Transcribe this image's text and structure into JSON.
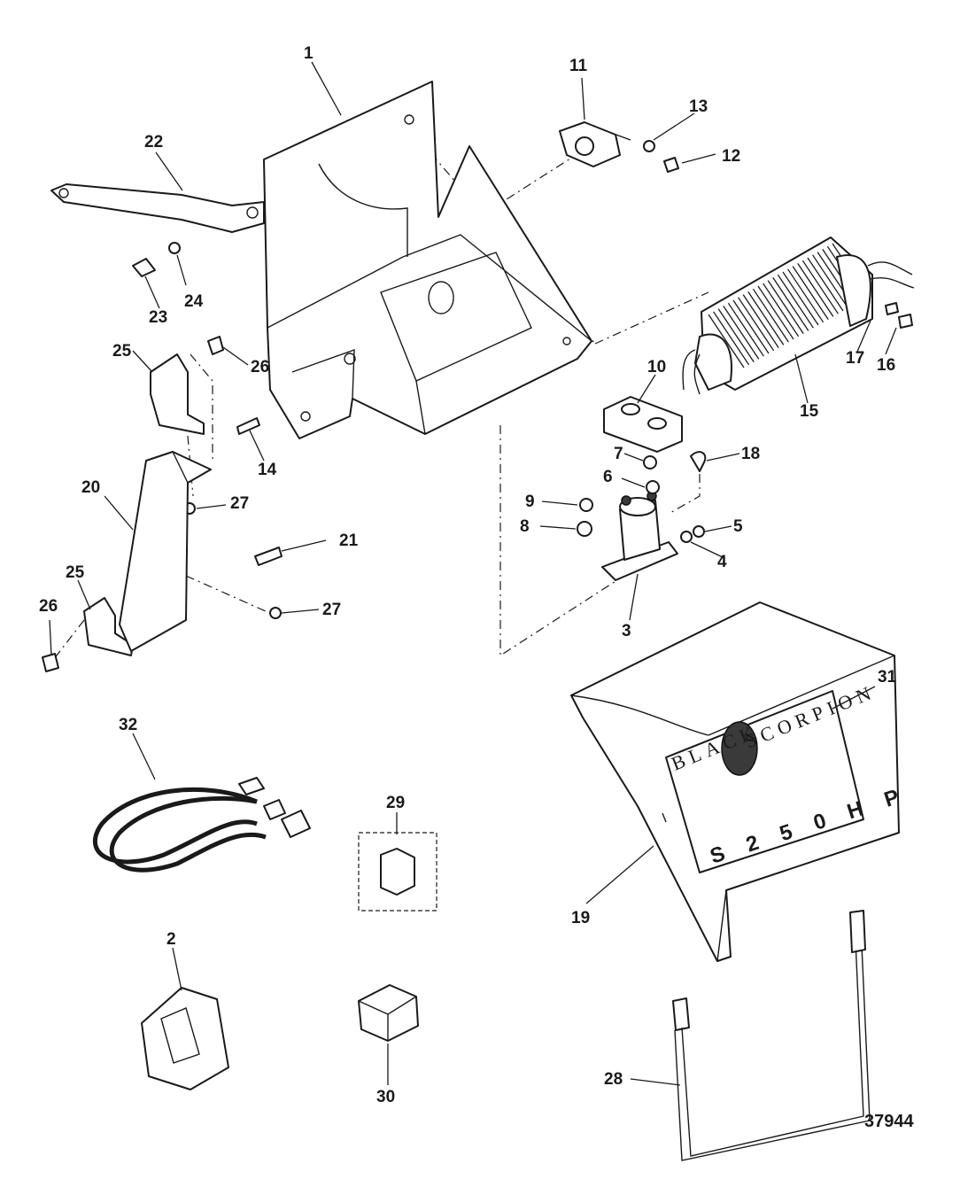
{
  "figure_number": "37944",
  "callouts": {
    "c1": "1",
    "c2": "2",
    "c3": "3",
    "c4": "4",
    "c5": "5",
    "c6": "6",
    "c7": "7",
    "c8": "8",
    "c9": "9",
    "c10": "10",
    "c11": "11",
    "c12": "12",
    "c13": "13",
    "c14": "14",
    "c15": "15",
    "c16": "16",
    "c17": "17",
    "c18": "18",
    "c19": "19",
    "c20": "20",
    "c21": "21",
    "c22": "22",
    "c23": "23",
    "c24": "24",
    "c25a": "25",
    "c25b": "25",
    "c26a": "26",
    "c26b": "26",
    "c27a": "27",
    "c27b": "27",
    "c28": "28",
    "c29": "29",
    "c30": "30",
    "c31": "31",
    "c32": "32"
  },
  "decal": {
    "brand_word_1": "BLACK",
    "brand_word_2": "SCORPION",
    "model_number": "S 2 5 0 H P"
  }
}
